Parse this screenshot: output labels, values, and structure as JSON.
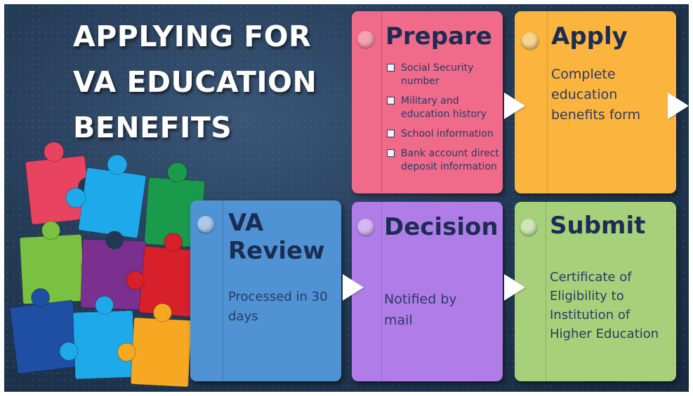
{
  "title": "APPLYING FOR VA EDUCATION BENEFITS",
  "steps": [
    {
      "heading": "Prepare",
      "color": "#f06a8a",
      "dot": "#f5a0b4",
      "items": [
        "Social Security number",
        "Military and education history",
        "School information",
        "Bank account direct deposit information"
      ]
    },
    {
      "heading": "Apply",
      "color": "#fbb43e",
      "dot": "#f7d58c",
      "body": "Complete education benefits form"
    },
    {
      "heading": "Submit",
      "color": "#a6d07a",
      "dot": "#cde6b4",
      "body": "Certificate of Eligibility to Institution of Higher Education"
    },
    {
      "heading": "Decision",
      "color": "#b07de8",
      "dot": "#d3b7f3",
      "body": "Notified by mail"
    },
    {
      "heading": "VA Review",
      "color": "#4f93d4",
      "dot": "#a9c8ea",
      "body": "Processed in 30 days"
    }
  ],
  "colors": {
    "background": "#243b57",
    "arrow": "#ffffff",
    "puzzle": [
      "#e8435f",
      "#1ea9ea",
      "#1a9b4c",
      "#7ac142",
      "#7b2f8e",
      "#d8202a",
      "#1f4fa3",
      "#1ea9ea",
      "#f7a823"
    ]
  },
  "decoration": "puzzle-pieces-icon"
}
